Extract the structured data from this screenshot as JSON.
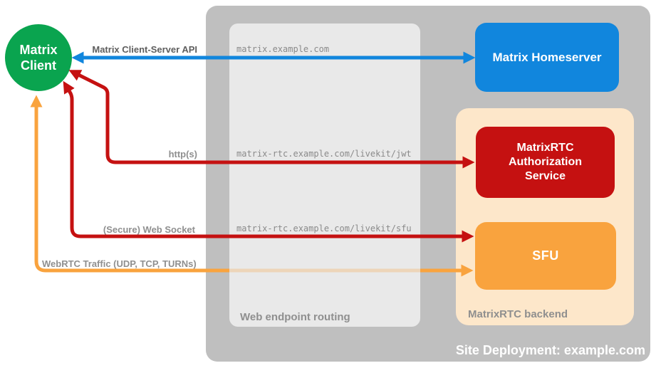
{
  "colors": {
    "green": "#0aa44f",
    "blue": "#1186dd",
    "red": "#c51111",
    "orange": "#f9a33e",
    "peach": "#fde7ca",
    "container_gray": "#bfbfbf",
    "routing_gray": "#e9e9e9",
    "label_gray": "#8f8f8f",
    "label_dark": "#5e5e5e",
    "mono_gray": "#8a8a8a"
  },
  "nodes": {
    "matrix_client": "Matrix Client",
    "homeserver": "Matrix Homeserver",
    "auth_service": "MatrixRTC Authorization Service",
    "sfu": "SFU"
  },
  "regions": {
    "web_endpoint_routing": "Web endpoint routing",
    "matrixrtc_backend": "MatrixRTC backend",
    "site_deployment": "Site Deployment: example.com"
  },
  "routes": {
    "homeserver_domain": "matrix.example.com",
    "jwt_path": "matrix-rtc.example.com/livekit/jwt",
    "sfu_path": "matrix-rtc.example.com/livekit/sfu"
  },
  "arrows": {
    "client_server_api": "Matrix Client-Server API",
    "https": "http(s)",
    "websocket": "(Secure) Web Socket",
    "webrtc": "WebRTC Traffic (UDP, TCP, TURNs)"
  }
}
